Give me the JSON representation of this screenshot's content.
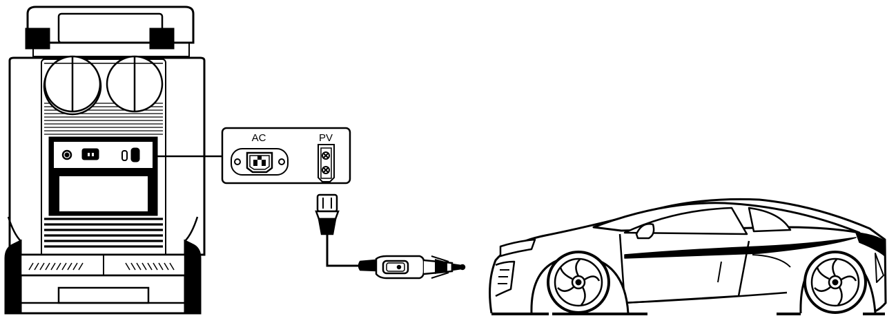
{
  "ports_panel": {
    "ac_label": "AC",
    "pv_label": "PV"
  },
  "icons": {
    "power_station": "portable-power-station-rear",
    "ac_port": "ac-inlet-icon",
    "pv_port": "pv-input-icon",
    "car_charger": "car-cigarette-lighter-plug",
    "car": "sports-car"
  },
  "colors": {
    "stroke": "#000000",
    "background": "#ffffff"
  }
}
